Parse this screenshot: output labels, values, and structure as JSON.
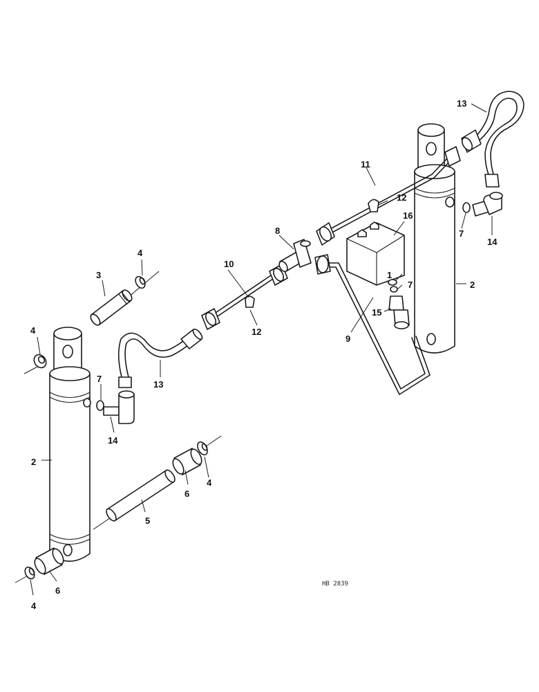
{
  "labels": {
    "l1": "1",
    "l2a": "2",
    "l2b": "2",
    "l3": "3",
    "l4a": "4",
    "l4b": "4",
    "l4c": "4",
    "l4d": "4",
    "l5": "5",
    "l6a": "6",
    "l6b": "6",
    "l7a": "7",
    "l7b": "7",
    "l7c": "7",
    "l8": "8",
    "l9": "9",
    "l10": "10",
    "l11": "11",
    "l12a": "12",
    "l12b": "12",
    "l13a": "13",
    "l13b": "13",
    "l14a": "14",
    "l14b": "14",
    "l15": "15",
    "l16": "16"
  },
  "reference_code": "HB 2839",
  "colors": {
    "line": "#1a1a1a",
    "background": "#ffffff"
  }
}
